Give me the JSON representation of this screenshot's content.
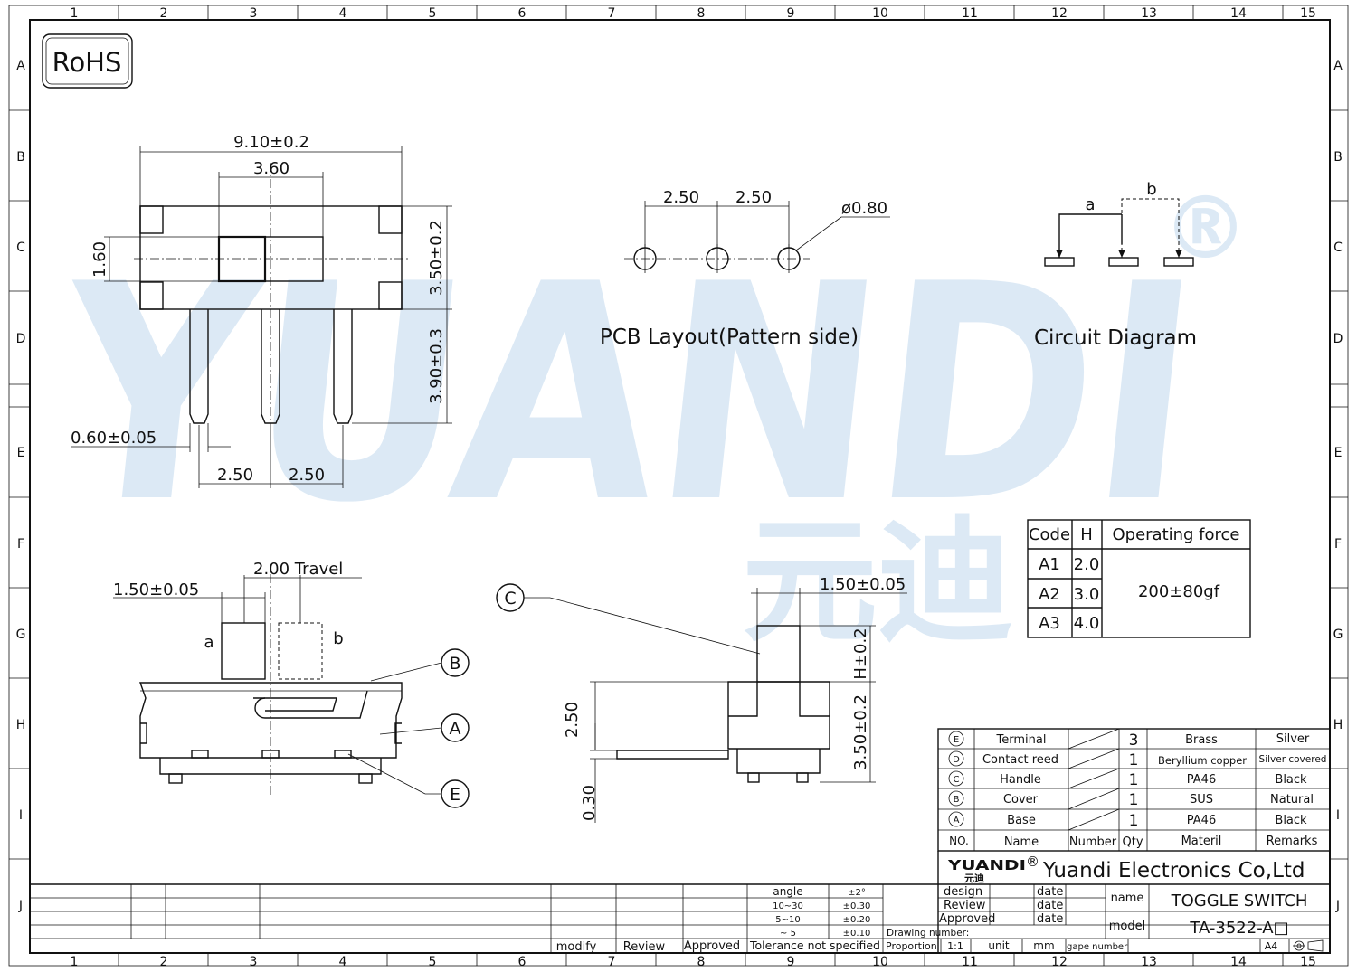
{
  "rohs": "RoHS",
  "grid": {
    "cols": [
      "1",
      "2",
      "3",
      "4",
      "5",
      "6",
      "7",
      "8",
      "9",
      "10",
      "11",
      "12",
      "13",
      "14",
      "15"
    ],
    "rows": [
      "A",
      "B",
      "C",
      "D",
      "E",
      "F",
      "G",
      "H",
      "I",
      "J"
    ]
  },
  "watermark": {
    "latin": "YUANDI",
    "cjk": "元迪",
    "mark": "®"
  },
  "front_view": {
    "overall_width": "9.10±0.2",
    "slider_width": "3.60",
    "slider_height": "1.60",
    "body_height": "3.50±0.2",
    "pin_length": "3.90±0.3",
    "pin_width": "0.60±0.05",
    "pitch_1": "2.50",
    "pitch_2": "2.50"
  },
  "pcb_layout": {
    "pitch_1": "2.50",
    "pitch_2": "2.50",
    "hole": "ø0.80",
    "title": "PCB Layout(Pattern side)"
  },
  "circuit": {
    "label_a": "a",
    "label_b": "b",
    "title": "Circuit Diagram"
  },
  "bottom_view": {
    "handle_width": "1.50±0.05",
    "travel": "2.00  Travel",
    "pos_a": "a",
    "pos_b": "b",
    "callout_b": "B",
    "callout_a": "A",
    "callout_e": "E"
  },
  "side_view": {
    "callout_c": "C",
    "handle_width": "1.50±0.05",
    "handle_height": "H±0.2",
    "body_height": "3.50±0.2",
    "lead_height": "2.50",
    "lead_thickness": "0.30"
  },
  "h_table": {
    "headers": [
      "Code",
      "H",
      "Operating  force"
    ],
    "rows": [
      {
        "code": "A1",
        "h": "2.0"
      },
      {
        "code": "A2",
        "h": "3.0"
      },
      {
        "code": "A3",
        "h": "4.0"
      }
    ],
    "force": "200±80gf"
  },
  "bom": {
    "rows": [
      {
        "no": "E",
        "name": "Terminal",
        "qty": "3",
        "material": "Brass",
        "remarks": "Silver"
      },
      {
        "no": "D",
        "name": "Contact reed",
        "qty": "1",
        "material": "Beryllium copper",
        "remarks": "Silver covered"
      },
      {
        "no": "C",
        "name": "Handle",
        "qty": "1",
        "material": "PA46",
        "remarks": "Black"
      },
      {
        "no": "B",
        "name": "Cover",
        "qty": "1",
        "material": "SUS",
        "remarks": "Natural"
      },
      {
        "no": "A",
        "name": "Base",
        "qty": "1",
        "material": "PA46",
        "remarks": "Black"
      }
    ],
    "header": {
      "no": "NO.",
      "name": "Name",
      "number": "Number",
      "qty": "Qty",
      "material": "Materil",
      "remarks": "Remarks"
    }
  },
  "title_block": {
    "logo": "YUANDI",
    "logo_cjk": "元迪",
    "logo_mark": "®",
    "company": "Yuandi Electronics Co,Ltd",
    "design": "design",
    "review": "Review",
    "approved": "Approved",
    "date": "date",
    "name_label": "name",
    "name_value": "TOGGLE  SWITCH",
    "model_label": "model",
    "model_value": "TA-3522-A□",
    "drawing_number": "Drawing number:",
    "proportion": "Proportion",
    "proportion_value": "1:1",
    "unit": "unit",
    "unit_value": "mm",
    "gape_number": "gape number",
    "paper": "A4",
    "tolerance_rows": [
      {
        "range": "angle",
        "tol": "±2°"
      },
      {
        "range": "10~30",
        "tol": "±0.30"
      },
      {
        "range": "5~10",
        "tol": "±0.20"
      },
      {
        "range": "~ 5",
        "tol": "±0.10"
      }
    ],
    "tolerance_label": "Tolerance  not  specified",
    "revision_labels": [
      "modify",
      "Review",
      "Approved"
    ]
  }
}
